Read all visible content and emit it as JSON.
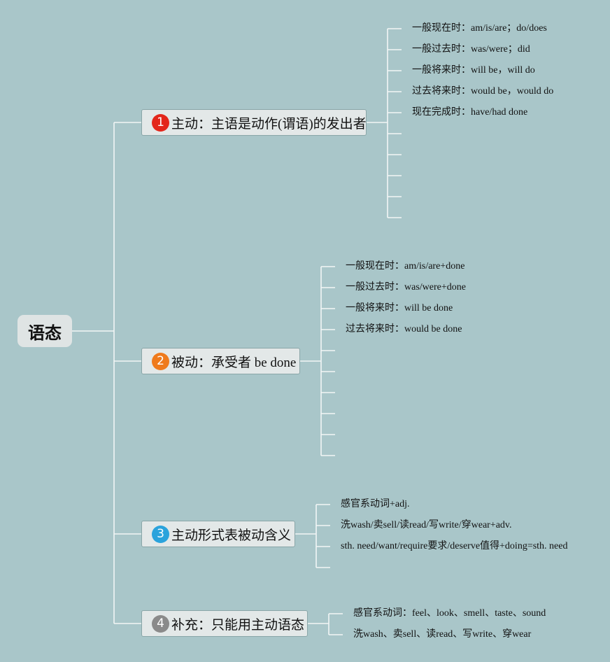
{
  "root": {
    "label": "语态"
  },
  "colors": {
    "background": "#a9c6c9",
    "line": "#f2f6f6",
    "badge1": "#e3261b",
    "badge2": "#ef7a1c",
    "badge3": "#2aa3dc",
    "badge4": "#8a8a8a"
  },
  "branches": [
    {
      "badge": "1",
      "label": "主动：主语是动作(谓语)的发出者",
      "items": [
        "一般现在时：am/is/are；do/does",
        "一般过去时：was/were；did",
        "一般将来时：will be，will do",
        "过去将来时：would be，would do",
        "现在完成时：have/had done"
      ],
      "empty_slots": 5
    },
    {
      "badge": "2",
      "label": "被动：承受者 be done",
      "items": [
        "一般现在时：am/is/are+done",
        "一般过去时：was/were+done",
        "一般将来时：will be done",
        "过去将来时：would be done"
      ],
      "empty_slots": 6
    },
    {
      "badge": "3",
      "label": "主动形式表被动含义",
      "items": [
        "感官系动词+adj.",
        "洗wash/卖sell/读read/写write/穿wear+adv.",
        "sth. need/want/require要求/deserve值得+doing=sth. need"
      ],
      "empty_slots": 1
    },
    {
      "badge": "4",
      "label": "补充：只能用主动语态",
      "items": [
        "感官系动词：feel、look、smell、taste、sound",
        "洗wash、卖sell、读read、写write、穿wear"
      ],
      "empty_slots": 0
    }
  ]
}
